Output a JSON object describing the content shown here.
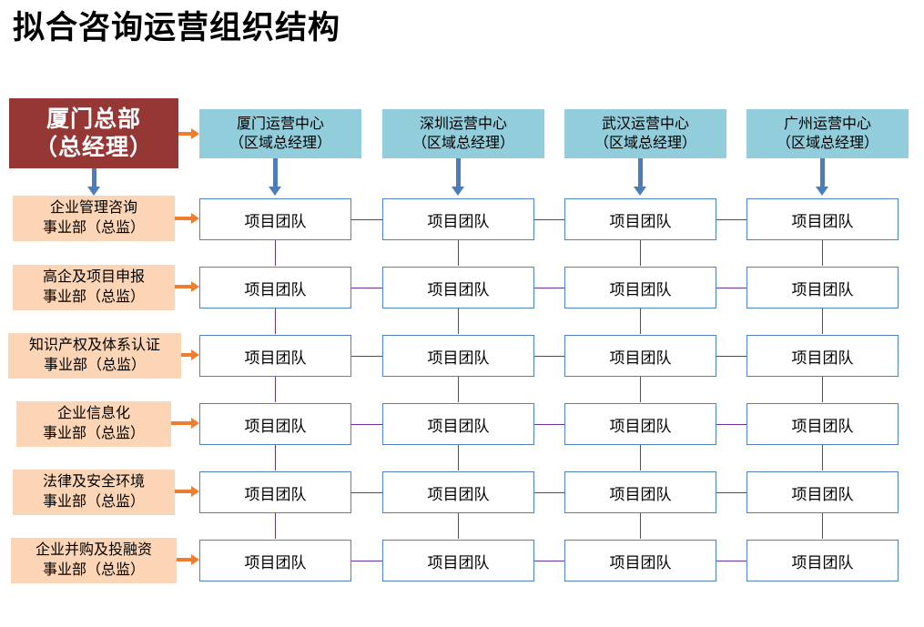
{
  "title": "拟合咨询运营组织结构",
  "headquarters": {
    "line1": "厦门总部",
    "line2": "（总经理）"
  },
  "regions": [
    {
      "line1": "厦门运营中心",
      "line2": "（区域总经理）"
    },
    {
      "line1": "深圳运营中心",
      "line2": "（区域总经理）"
    },
    {
      "line1": "武汉运营中心",
      "line2": "（区域总经理）"
    },
    {
      "line1": "广州运营中心",
      "line2": "（区域总经理）"
    }
  ],
  "departments": [
    {
      "line1": "企业管理咨询",
      "line2": "事业部（总监）"
    },
    {
      "line1": "高企及项目申报",
      "line2": "事业部（总监）"
    },
    {
      "line1": "知识产权及体系认证",
      "line2": "事业部（总监）"
    },
    {
      "line1": "企业信息化",
      "line2": "事业部（总监）"
    },
    {
      "line1": "法律及安全环境",
      "line2": "事业部（总监）"
    },
    {
      "line1": "企业并购及投融资",
      "line2": "事业部（总监）"
    }
  ],
  "team_label": "项目团队",
  "grid": {
    "rows": 6,
    "columns": 4,
    "cells": [
      [
        "项目团队",
        "项目团队",
        "项目团队",
        "项目团队"
      ],
      [
        "项目团队",
        "项目团队",
        "项目团队",
        "项目团队"
      ],
      [
        "项目团队",
        "项目团队",
        "项目团队",
        "项目团队"
      ],
      [
        "项目团队",
        "项目团队",
        "项目团队",
        "项目团队"
      ],
      [
        "项目团队",
        "项目团队",
        "项目团队",
        "项目团队"
      ],
      [
        "项目团队",
        "项目团队",
        "项目团队",
        "项目团队"
      ]
    ]
  },
  "colors": {
    "headquarters_fill": "#953735",
    "headquarters_text": "#FFFFFF",
    "region_fill": "#92CDDC",
    "department_fill": "#FBD5B5",
    "team_border": "#4F81BD",
    "team_fill": "#FFFFFF",
    "orange_arrow": "#ED7D31",
    "blue_arrow": "#4A7EBB",
    "purple_connector": "#7030A0",
    "title_text": "#000000"
  }
}
